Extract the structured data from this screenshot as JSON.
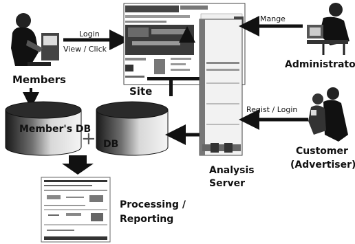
{
  "nodes": {
    "members": "Members",
    "site": "Site",
    "administrator": "Administrator",
    "members_db": "Member's DB",
    "db": "DB",
    "plus": "+",
    "analysis_server_line1": "Analysis",
    "analysis_server_line2": "Server",
    "customer_line1": "Customer",
    "customer_line2": "(Advertiser)",
    "processing_line1": "Processing /",
    "processing_line2": "Reporting"
  },
  "edges": {
    "login": "Login",
    "view_click": "View / Click",
    "manage": "Mange",
    "regist_login": "Regist / Login"
  },
  "icons": {
    "members": "person-at-computer-icon",
    "administrator": "person-at-desk-icon",
    "customer": "two-people-icon",
    "site": "website-screenshot-icon",
    "server": "server-tower-icon",
    "database": "database-cylinder-icon",
    "report": "report-document-icon"
  }
}
